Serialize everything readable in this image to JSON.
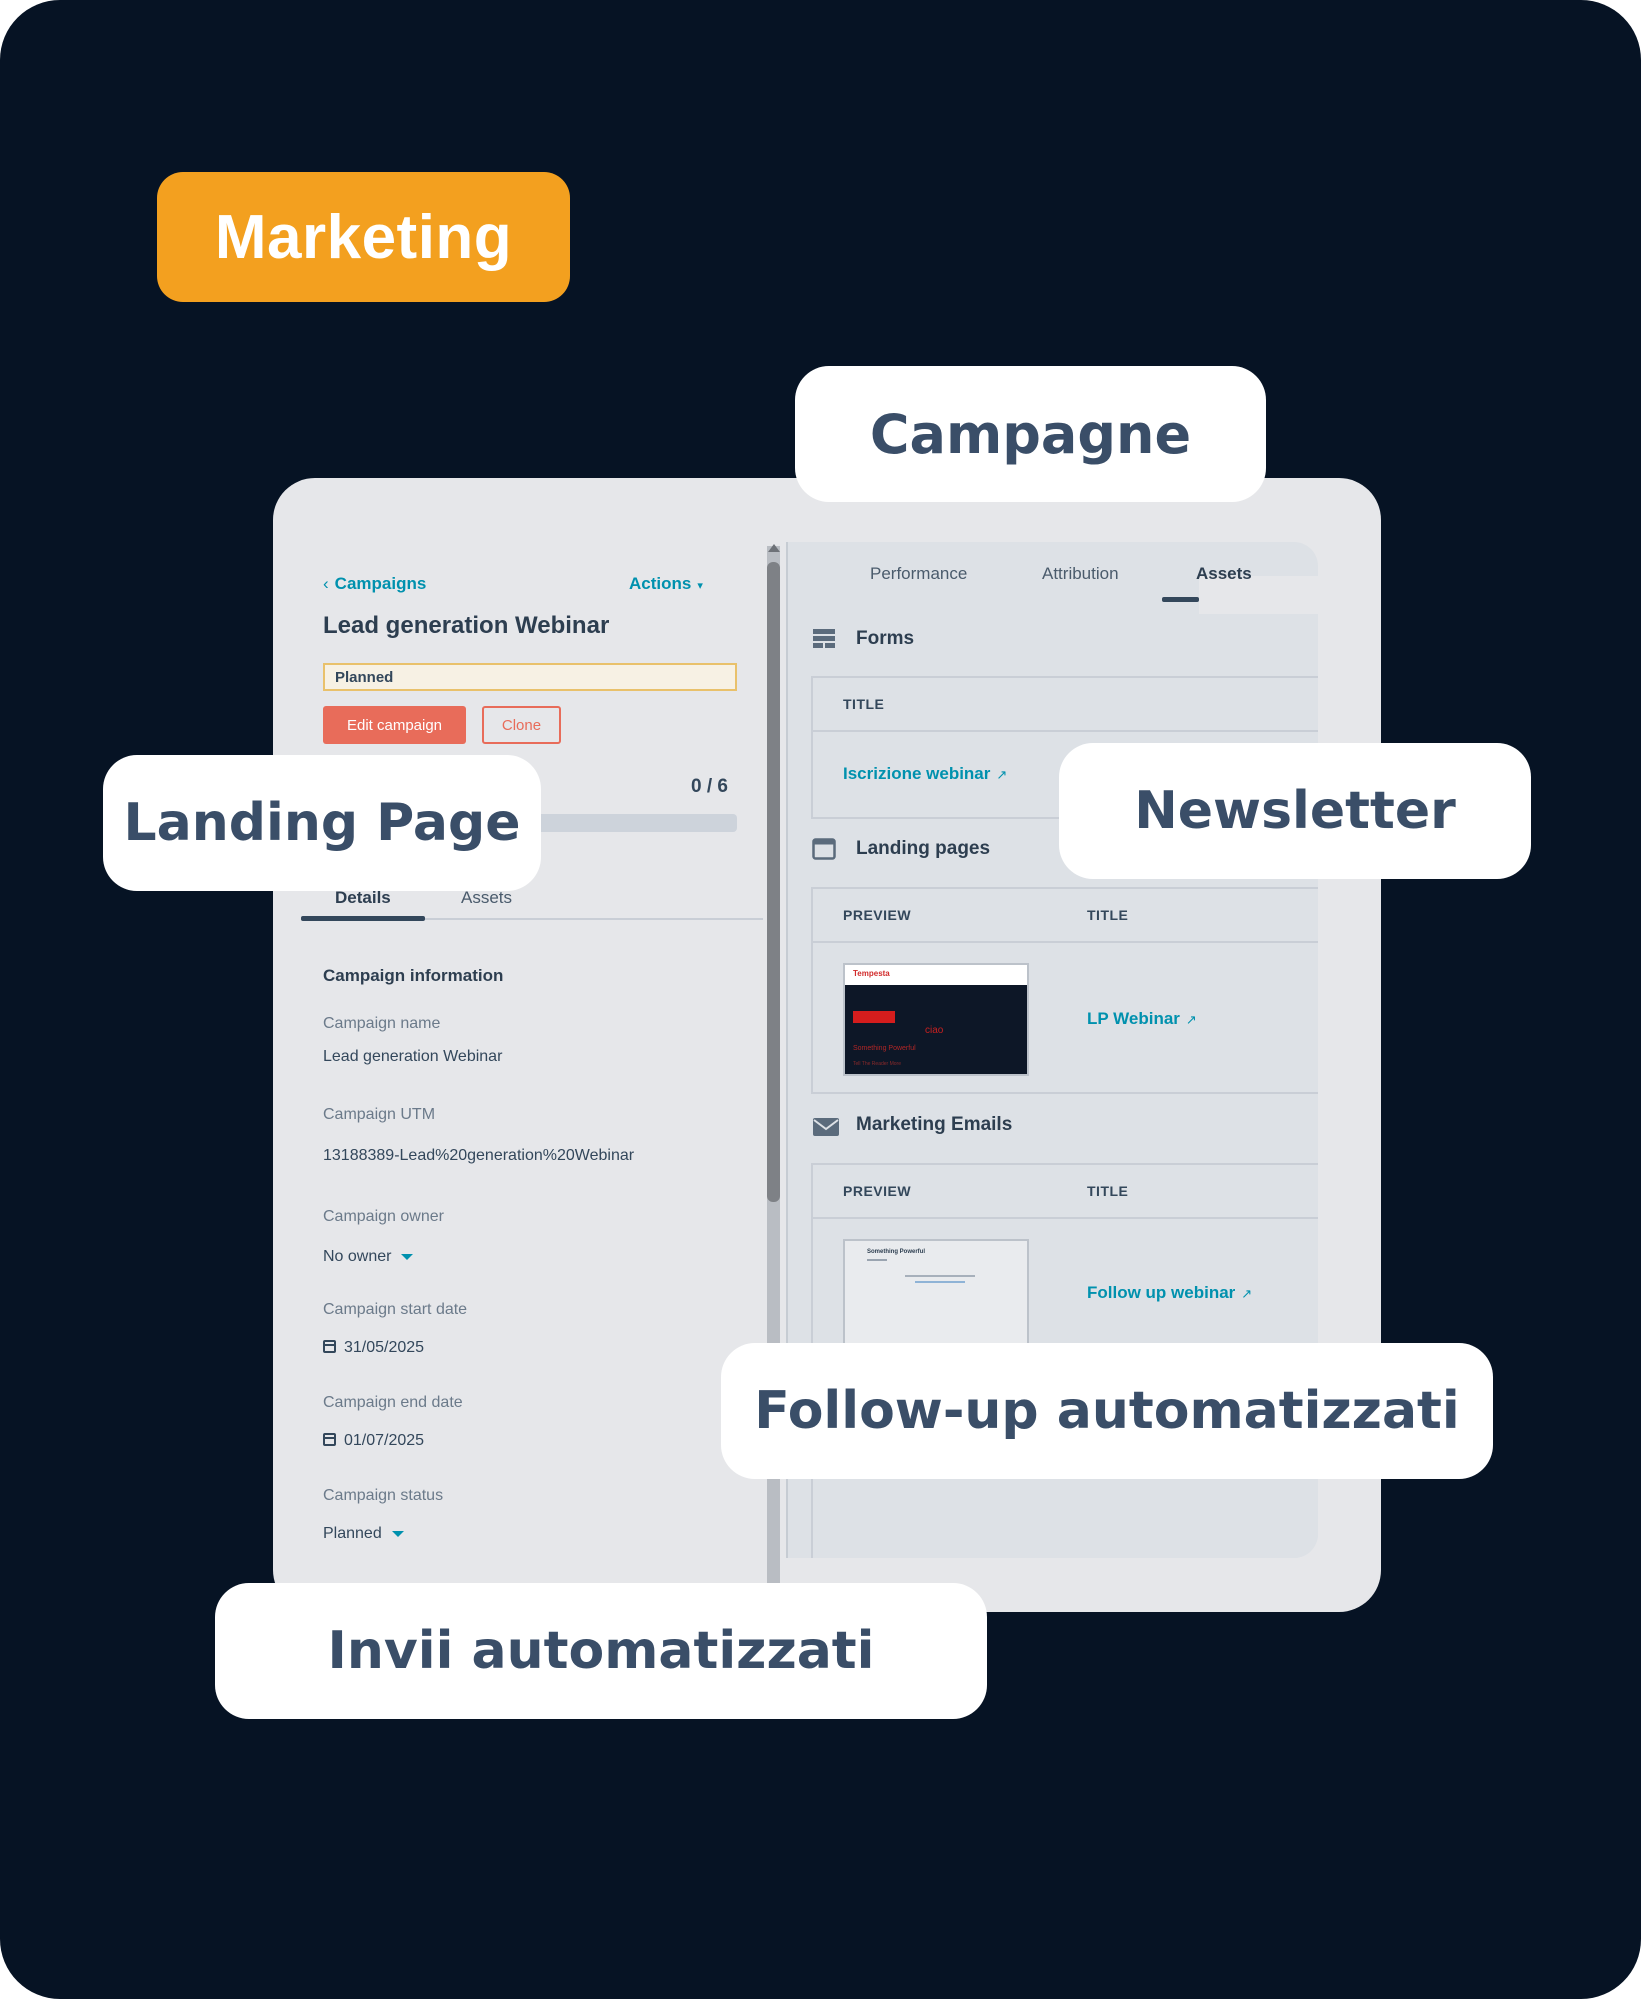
{
  "badge": {
    "label": "Marketing"
  },
  "left_panel": {
    "breadcrumb": "Campaigns",
    "actions_label": "Actions",
    "title": "Lead generation Webinar",
    "status_tag": "Planned",
    "edit_button": "Edit campaign",
    "clone_button": "Clone",
    "progress": {
      "count_label": "0 / 6",
      "fraction": 0
    },
    "tabs": {
      "details": "Details",
      "assets": "Assets"
    },
    "section_title": "Campaign information",
    "fields": {
      "name_label": "Campaign name",
      "name_value": "Lead generation Webinar",
      "utm_label": "Campaign UTM",
      "utm_value": "13188389-Lead%20generation%20Webinar",
      "owner_label": "Campaign owner",
      "owner_value": "No owner",
      "start_label": "Campaign start date",
      "start_value": "31/05/2025",
      "end_label": "Campaign end date",
      "end_value": "01/07/2025",
      "status_label": "Campaign status",
      "status_value": "Planned"
    }
  },
  "right_panel": {
    "tabs": {
      "performance": "Performance",
      "attribution": "Attribution",
      "assets": "Assets"
    },
    "forms": {
      "heading": "Forms",
      "col_title": "TITLE",
      "item_title": "Iscrizione webinar"
    },
    "landing_pages": {
      "heading": "Landing pages",
      "col_preview": "PREVIEW",
      "col_title": "TITLE",
      "item_title": "LP Webinar",
      "thumb_brand": "Tempesta",
      "thumb_word": "ciao",
      "thumb_line": "Something Powerful",
      "thumb_subline": "Tell The Reader More"
    },
    "emails": {
      "heading": "Marketing Emails",
      "col_preview": "PREVIEW",
      "col_title": "TITLE",
      "item_title": "Follow up webinar",
      "thumb_title": "Something Powerful"
    }
  },
  "labels": {
    "campagne": "Campagne",
    "landing_page": "Landing Page",
    "newsletter": "Newsletter",
    "followup": "Follow-up automatizzati",
    "invii": "Invii automatizzati"
  },
  "colors": {
    "background": "#061324",
    "badge": "#f3a01f",
    "accent_link": "#0091ae",
    "primary_button": "#e86c5a"
  }
}
